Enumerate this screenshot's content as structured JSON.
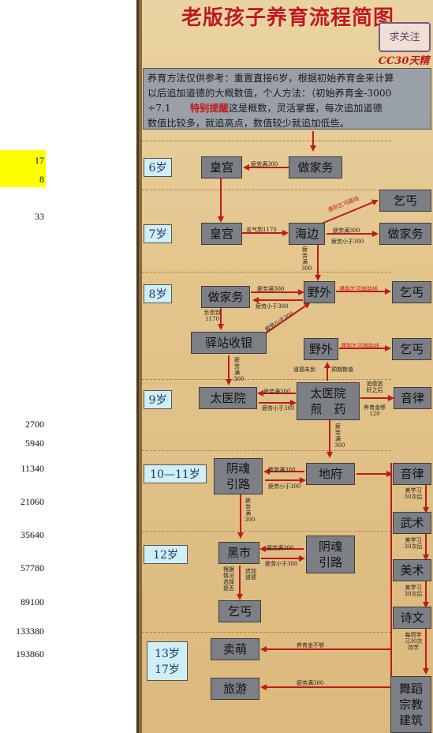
{
  "sheet_cells": {
    "r1": "17",
    "r2": "8",
    "r3": "33",
    "r4": "2700",
    "r5": "5940",
    "r6": "11340",
    "r7": "21060",
    "r8": "35640",
    "r9": "57780",
    "r10": "89100",
    "r11": "133380",
    "r12": "193860"
  },
  "header": {
    "title": "老版孩子养育流程简图",
    "stamp": "求关注",
    "badge": "CC30天精"
  },
  "intro": {
    "line1": "养育方法仅供参考：重置直接6岁，根据初始养育金来计算",
    "line2": "以后追加道德的大概数值，个人方法：（初始养育金-3000",
    "line3a": "÷7.1",
    "line3_highlight": "特别提醒",
    "line3b": "这是概数，灵活掌握，每次追加道德",
    "line4": "数值比较多，就追高点，数值较少就追加低些。"
  },
  "ages": {
    "a6": "6岁",
    "a7": "7岁",
    "a8": "8岁",
    "a9": "9岁",
    "a10": "10—11岁",
    "a12": "12岁",
    "a13": "13岁",
    "a17": "17岁"
  },
  "nodes": {
    "palace6": "皇宫",
    "housework6": "做家务",
    "beggar7": "乞丐",
    "palace7": "皇宫",
    "seaside7": "海边",
    "housework7": "做家务",
    "housework8": "做家务",
    "wild8": "野外",
    "beggar8": "乞丐",
    "station": "驿站收银",
    "wild8b": "野外",
    "beggar8b": "乞丐",
    "hospital9": "太医院",
    "hospital9b_l1": "太医院",
    "hospital9b_l2": "煎　药",
    "music9": "音律",
    "yinhun1_l1": "阴魂",
    "yinhun1_l2": "引路",
    "difu": "地府",
    "music10": "音律",
    "martial": "武术",
    "heishi": "黑市",
    "yinhun2_l1": "阴魂",
    "yinhun2_l2": "引路",
    "arts": "美术",
    "beggar12": "乞丐",
    "poetry": "诗文",
    "sell_cute": "卖萌",
    "travel": "旅游",
    "final_l1": "舞蹈",
    "final_l2": "宗教",
    "final_l3": "建筑"
  },
  "labels": {
    "fatigue300": "疲劳满300",
    "fatigue300b": "疲劳满300",
    "fatigue300c": "疲劳满300",
    "fatigue_lt300": "疲劳小于300",
    "fatigue_lt300b": "疲劳小于300",
    "fatigue_lt300c": "疲劳小于300",
    "fatigue_lt300d": "疲劳小于300",
    "fame1170": "名气到1170",
    "beggar_route": "遇到乞丐路线",
    "beggar_route2": "遇到乞丐就路线",
    "beggar_route3": "遇到乞丐就路线",
    "debt1170": "负债到1170",
    "moral_not_met": "道德未到",
    "pre_add": "预期数值",
    "moral_add_then": "追德追好之后",
    "fund_120": "养育金够120",
    "fatigue_v1": "疲劳满300",
    "fatigue_v2": "疲劳满300",
    "fatigue_v3": "疲劳满300",
    "fatigue_v4": "疲劳满300",
    "fatigue_v5": "疲劳满300",
    "study30a": "美学习30次后",
    "study30b": "美学习30次后",
    "study30c": "美学习30次后",
    "study30d": "每项学习30次改学",
    "fund_not_enough": "养育金不够",
    "by_situation": "根据情况选择是否",
    "add_moral": "追加道德"
  }
}
